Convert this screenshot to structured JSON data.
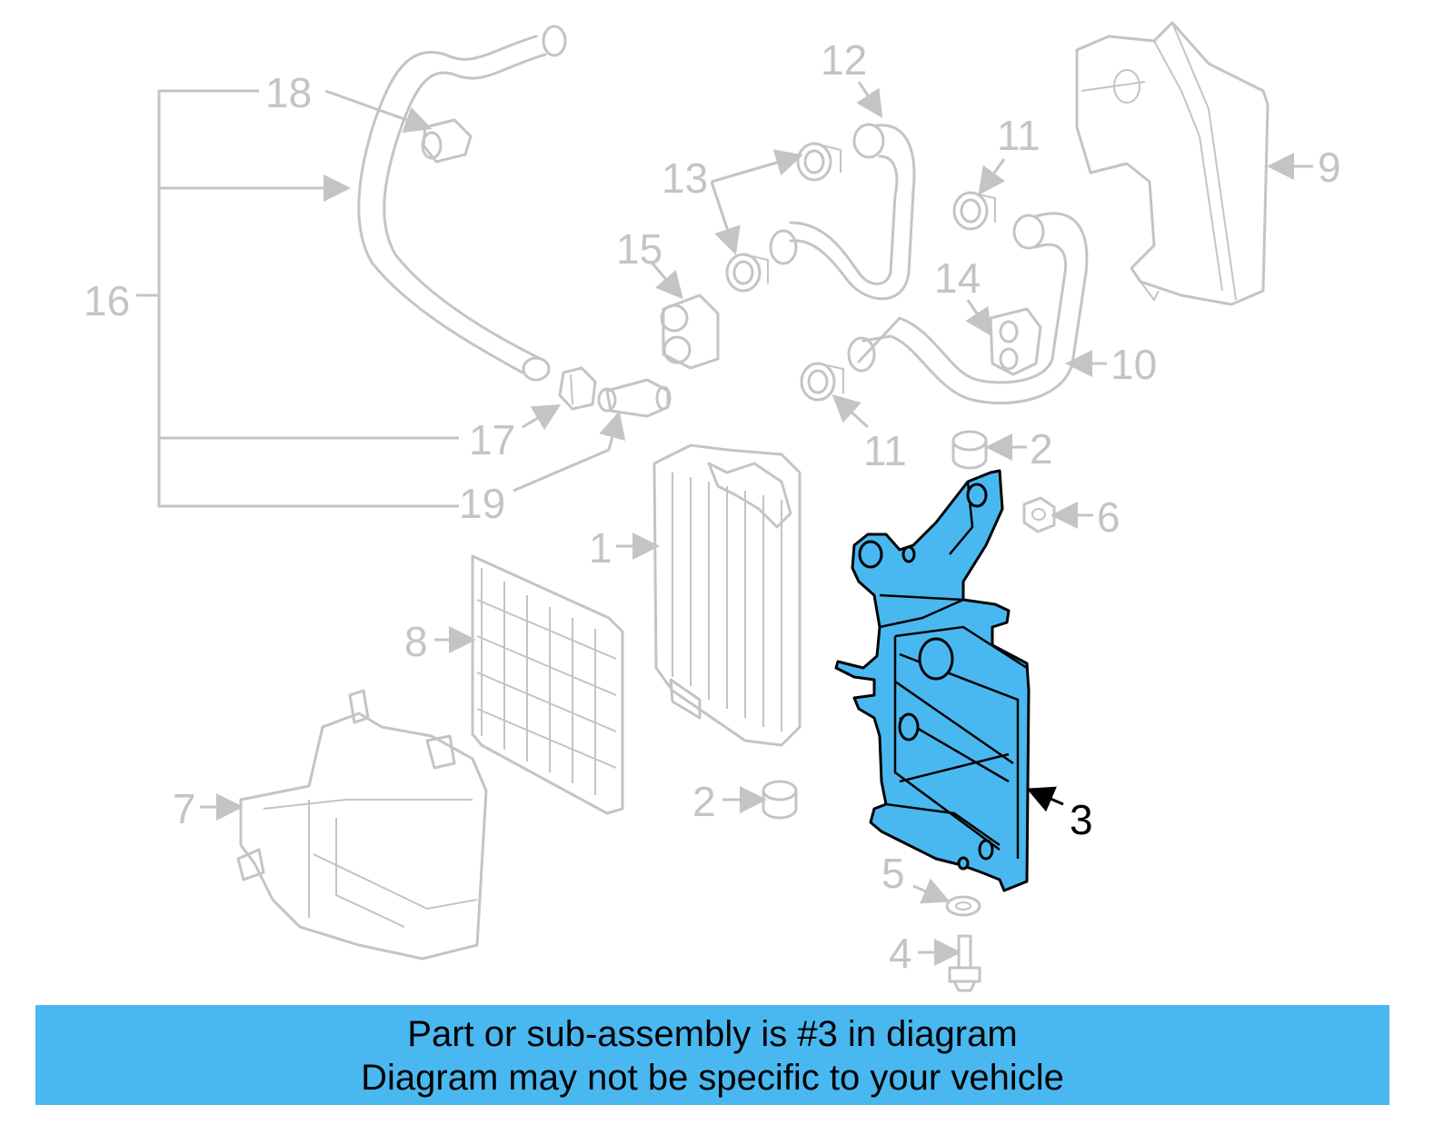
{
  "diagram": {
    "callouts": [
      "1",
      "2",
      "2",
      "3",
      "4",
      "5",
      "6",
      "7",
      "8",
      "9",
      "10",
      "11",
      "11",
      "12",
      "13",
      "14",
      "15",
      "16",
      "17",
      "18",
      "19"
    ],
    "highlight_color": "#4ab8f0",
    "part_color": "#c4c4c4"
  },
  "banner": {
    "line1": "Part or sub-assembly is #3 in diagram",
    "line2": "Diagram may not be specific to your vehicle",
    "background": "#4ab8f0"
  }
}
